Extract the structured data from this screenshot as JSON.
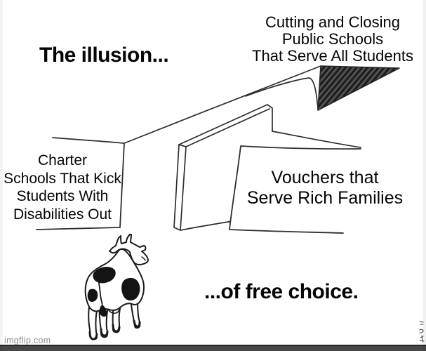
{
  "meme": {
    "title": "The illusion...",
    "caption": "...of free choice.",
    "label_top_right": {
      "lines": [
        "Cutting and Closing",
        "Public Schools",
        "That Serve All Students"
      ]
    },
    "label_left_wall": {
      "lines": [
        "Charter",
        "Schools That Kick",
        "Students With",
        "Disabilities Out"
      ]
    },
    "label_right_wall": {
      "lines": [
        "Vouchers that",
        "Serve Rich Families"
      ]
    },
    "watermark": "imgflip.com",
    "illustration": {
      "cow": "black-and-white spotted cow seen from behind, looking up at two wall openings",
      "walls": "two foreground wall panels with a thin middle partition forming two gates, long back wall with dark shaded cut end"
    },
    "colors": {
      "background": "#ffffff",
      "ink": "#2e2e2e",
      "text": "#000000",
      "watermark": "#8f8f8f",
      "bottom_bar": "#474747",
      "wall_end_shade": "#3a3a3a"
    }
  }
}
